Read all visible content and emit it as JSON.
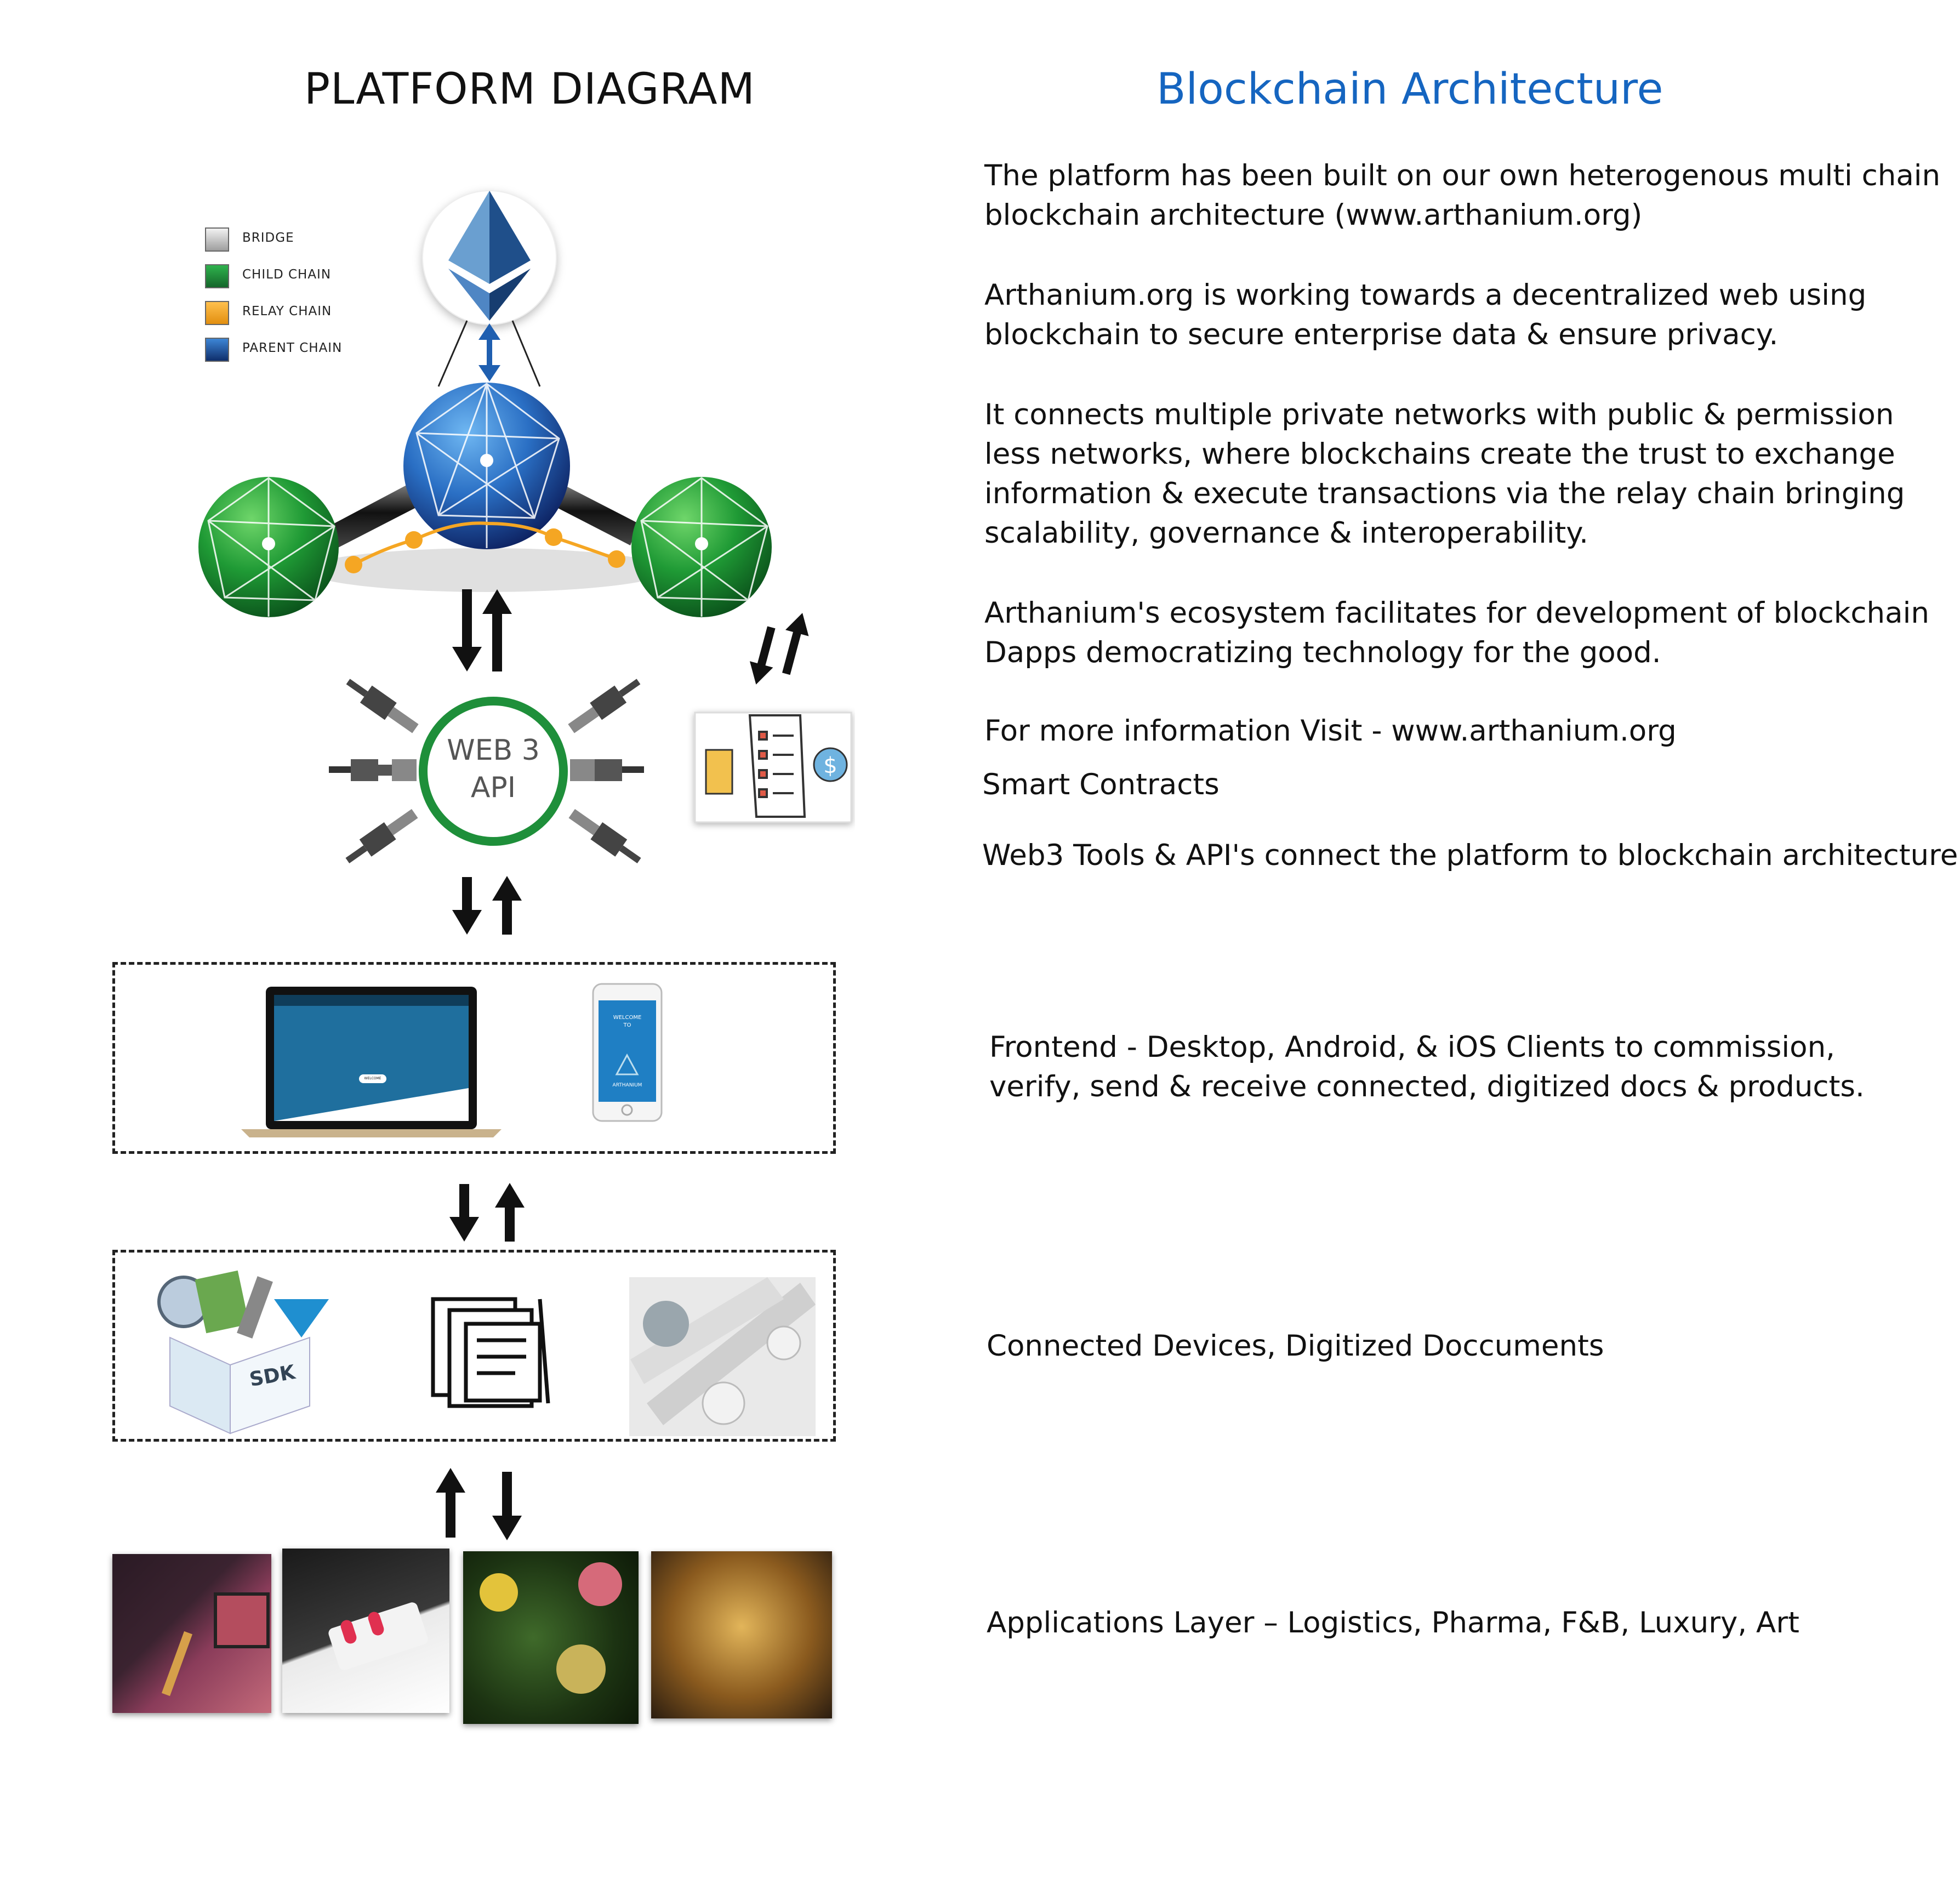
{
  "diagram": {
    "title": "PLATFORM DIAGRAM",
    "legend": [
      {
        "label": "BRIDGE",
        "color": "#bdbdbd"
      },
      {
        "label": "CHILD CHAIN",
        "color": "#1e8f3a"
      },
      {
        "label": "RELAY CHAIN",
        "color": "#f5a623"
      },
      {
        "label": "PARENT CHAIN",
        "color": "#1f5fb0"
      }
    ],
    "web3_label_line1": "WEB 3",
    "web3_label_line2": "API",
    "sdk_label": "SDK",
    "laptop_button": "WELCOME",
    "phone_text_line1": "WELCOME",
    "phone_text_line2": "TO",
    "phone_text_line3": "ARTHANIUM"
  },
  "text": {
    "title": "Blockchain Architecture",
    "p1": [
      "The platform has been built on our own heterogenous multi chain",
      "blockchain architecture (www.arthanium.org)"
    ],
    "p2": [
      "Arthanium.org is working towards a decentralized web using",
      "blockchain to secure enterprise data & ensure privacy."
    ],
    "p3": [
      "It connects multiple private networks with public & permission",
      "less networks, where blockchains create the trust to exchange",
      "information & execute transactions via the relay chain bringing",
      "scalability, governance & interoperability."
    ],
    "p4": [
      "Arthanium's ecosystem facilitates for development of blockchain",
      "Dapps democratizing technology for the good."
    ],
    "p5": "For more information Visit - www.arthanium.org",
    "smart": "Smart Contracts",
    "web3": "Web3 Tools & API's connect the platform to blockchain architecture",
    "frontend": [
      "Frontend - Desktop, Android, & iOS Clients to commission,",
      "verify, send & receive connected, digitized docs & products."
    ],
    "devices": "Connected Devices, Digitized Doccuments",
    "apps": "Applications Layer – Logistics, Pharma, F&B, Luxury, Art"
  }
}
